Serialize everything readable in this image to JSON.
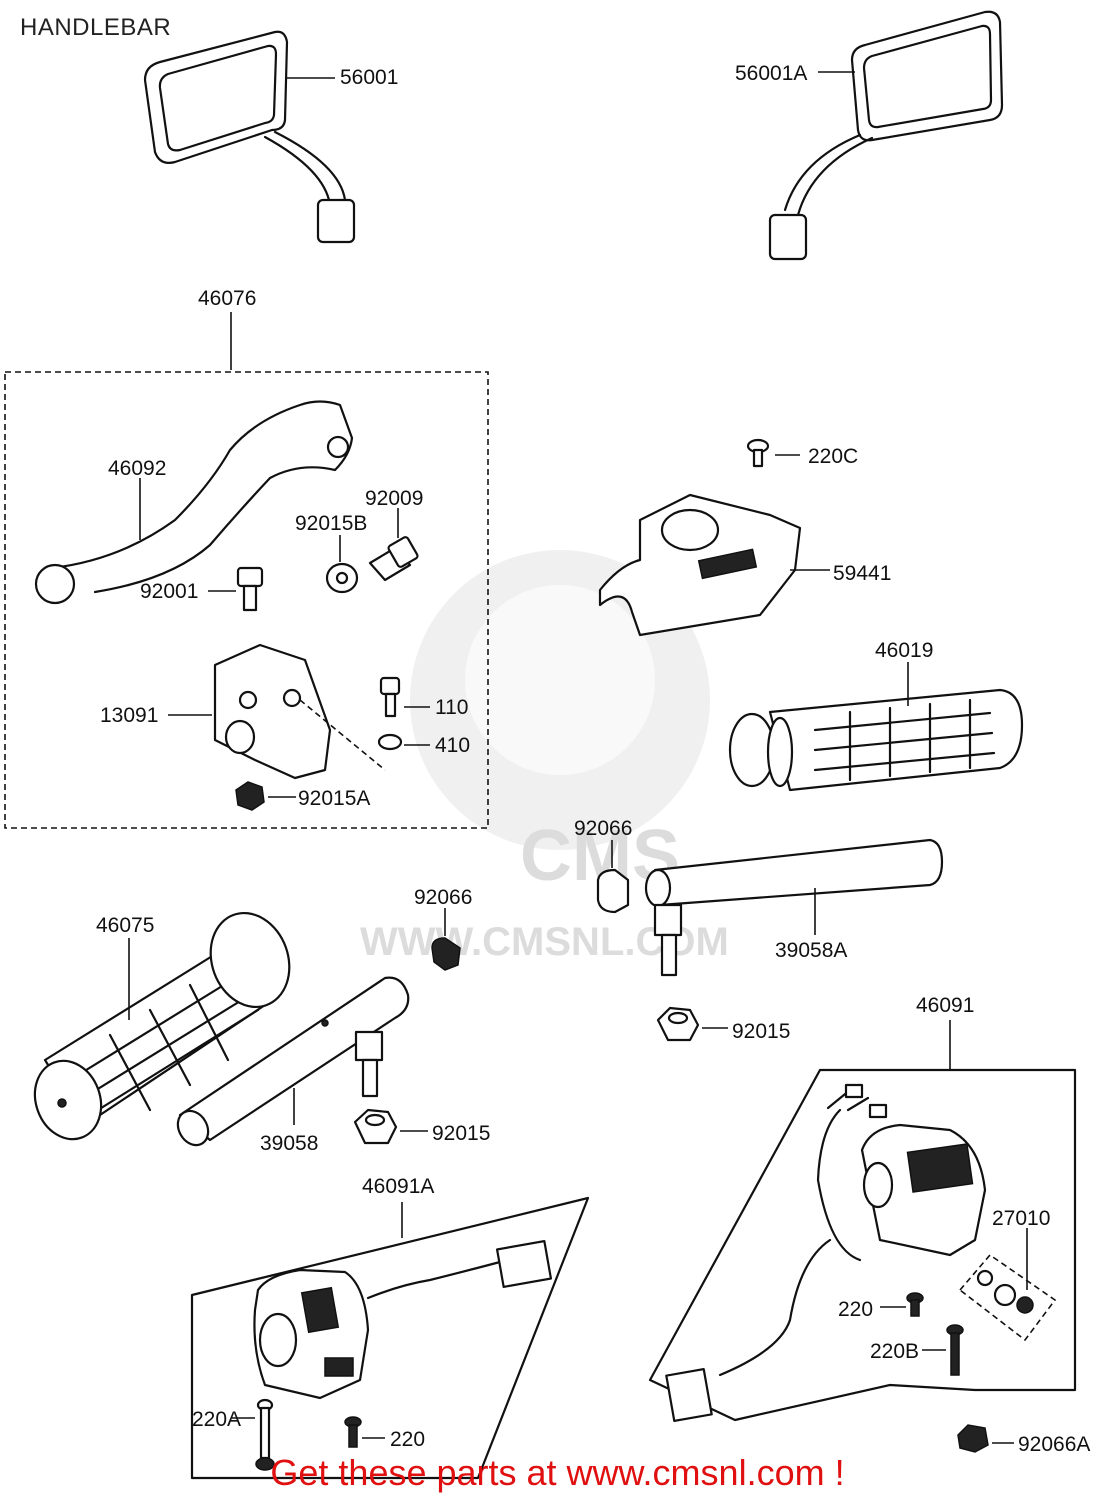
{
  "title": "HANDLEBAR",
  "watermark": {
    "logo": "CMS",
    "url": "WWW.CMSNL.COM"
  },
  "footer": {
    "text": "Get these parts at www.cmsnl.com !",
    "color": "#e01010"
  },
  "parts": {
    "p56001": "56001",
    "p56001A": "56001A",
    "p46076": "46076",
    "p46092": "46092",
    "p92009": "92009",
    "p92015B": "92015B",
    "p92001": "92001",
    "p13091": "13091",
    "p110": "110",
    "p410": "410",
    "p92015A": "92015A",
    "p220C": "220C",
    "p59441": "59441",
    "p46019": "46019",
    "p92066_right": "92066",
    "p39058A": "39058A",
    "p92015_right": "92015",
    "p46075": "46075",
    "p92066_left": "92066",
    "p39058": "39058",
    "p92015_left": "92015",
    "p46091": "46091",
    "p46091A": "46091A",
    "p27010": "27010",
    "p220_right": "220",
    "p220B": "220B",
    "p92066A": "92066A",
    "p220A": "220A",
    "p220_left": "220"
  }
}
